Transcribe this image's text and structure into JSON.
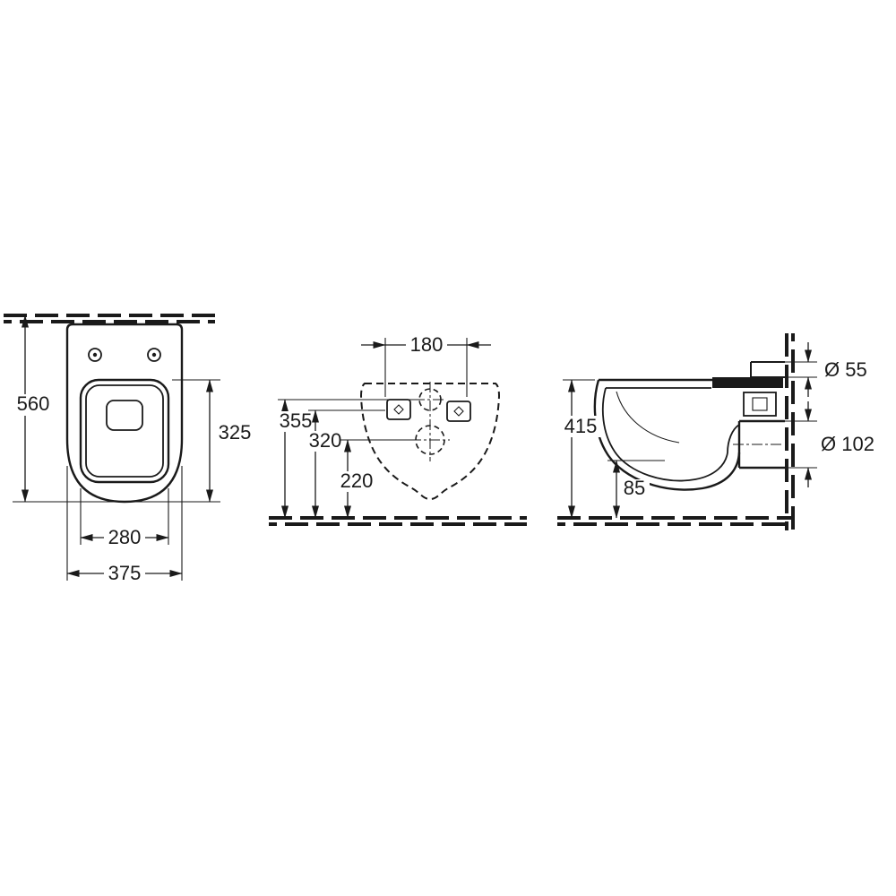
{
  "drawing": {
    "background": "#ffffff",
    "line_color": "#1a1a1a",
    "subject": "wall-hung-toilet-technical-drawing",
    "views": {
      "plan": {
        "name": "plan-view",
        "dims": {
          "total_depth": "560",
          "bowl_depth": "325",
          "bowl_width": "280",
          "total_width": "375"
        }
      },
      "rear": {
        "name": "rear-view",
        "dims": {
          "fixing_spacing": "180",
          "inlet_height": "355",
          "fixing_height": "320",
          "outlet_height": "220"
        }
      },
      "side": {
        "name": "side-view",
        "dims": {
          "total_height": "415",
          "front_clearance": "85",
          "inlet_diameter": "Ø 55",
          "outlet_diameter": "Ø 102"
        }
      }
    }
  }
}
